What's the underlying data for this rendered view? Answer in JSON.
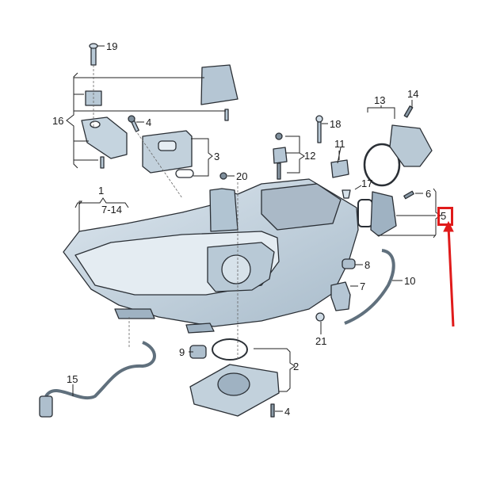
{
  "diagram": {
    "type": "exploded-parts-diagram",
    "subject": "headlight assembly",
    "colors": {
      "part_fill": "#c9d7e2",
      "part_fill_dark": "#9fb2c2",
      "outline": "#2a2f35",
      "leader": "#333333",
      "highlight": "#e01b1b"
    },
    "labels": {
      "l1": "1",
      "l7_14": "7-14",
      "l2": "2",
      "l3": "3",
      "l4a": "4",
      "l4b": "4",
      "l5": "5",
      "l6": "6",
      "l7": "7",
      "l8": "8",
      "l9": "9",
      "l10": "10",
      "l11": "11",
      "l12": "12",
      "l13": "13",
      "l14": "14",
      "l15": "15",
      "l16": "16",
      "l17": "17",
      "l18": "18",
      "l19": "19",
      "l20": "20",
      "l21": "21"
    },
    "highlighted_label": "5",
    "annotation": "red box and arrow pointing to part 5"
  }
}
